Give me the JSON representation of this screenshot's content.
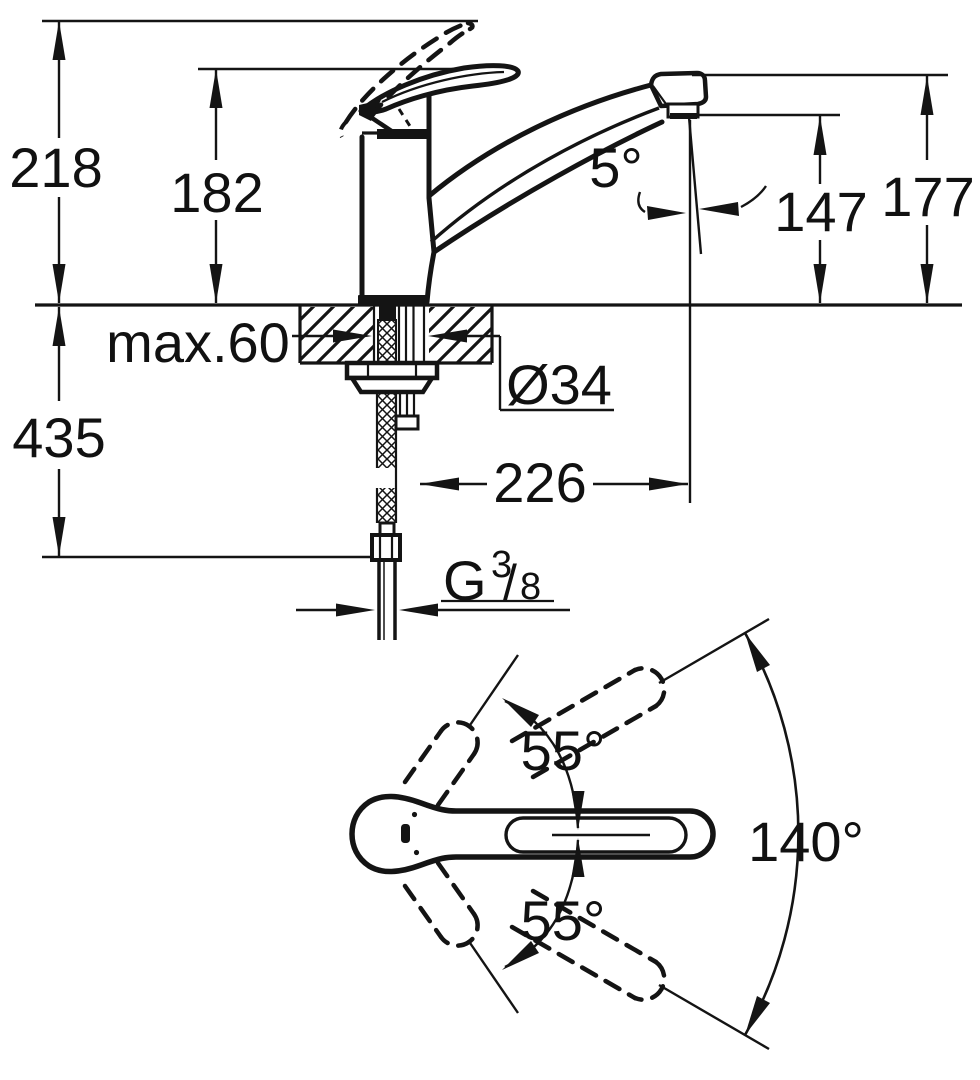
{
  "drawing": {
    "kind": "single-lever sink mixer installation drawing",
    "colors": {
      "ink": "#141414",
      "paper": "#ffffff"
    },
    "side": {
      "overall_height": "218",
      "handle_tip_height": "182",
      "under_counter_depth": "435",
      "deck_thickness": "max.60",
      "hole_diameter": "Ø34",
      "spout_reach": "226",
      "outlet_clearance": "147",
      "spout_height": "177",
      "stream_angle": "5°",
      "thread": {
        "g": "G",
        "num": "3",
        "slash": "/",
        "den": "8"
      }
    },
    "top": {
      "lever_swing_up": "55°",
      "lever_swing_down": "55°",
      "swivel_range": "140°"
    }
  }
}
